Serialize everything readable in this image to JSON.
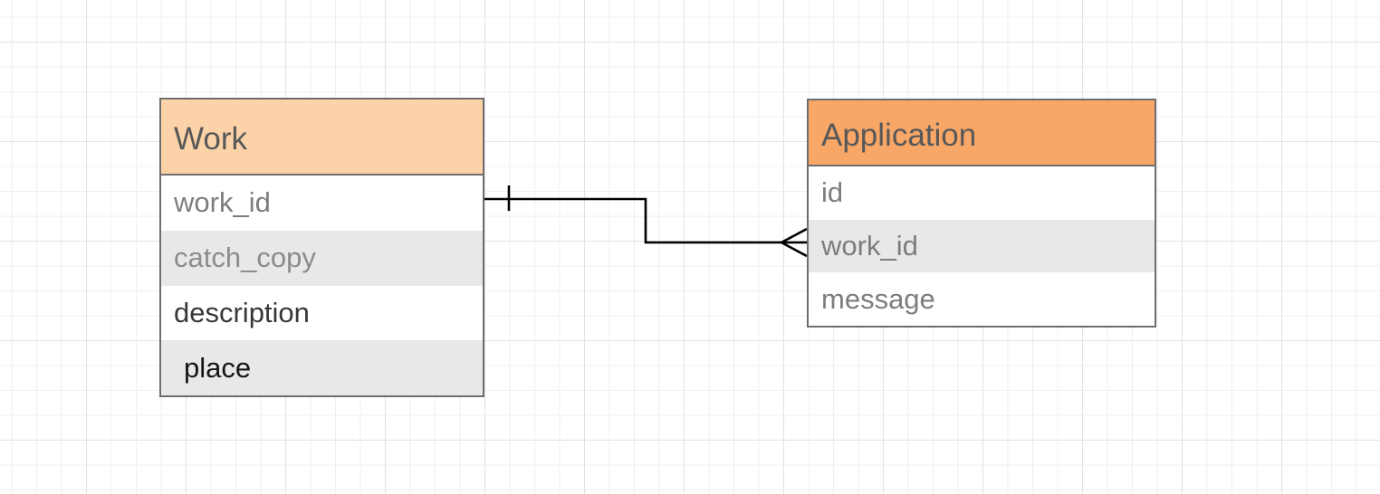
{
  "diagram": {
    "kind": "entity-relationship-diagram",
    "background": {
      "grid_minor_color": "#efefef",
      "grid_major_color": "#e2e2e2"
    },
    "entities": [
      {
        "title": "Work",
        "header_color": "#fcd3a8",
        "border_color": "#6e6e6e",
        "fields": [
          {
            "name": "work_id"
          },
          {
            "name": "catch_copy"
          },
          {
            "name": "description"
          },
          {
            "name": "place"
          }
        ]
      },
      {
        "title": "Application",
        "header_color": "#f9a767",
        "border_color": "#6e6e6e",
        "fields": [
          {
            "name": "id"
          },
          {
            "name": "work_id"
          },
          {
            "name": "message"
          }
        ]
      }
    ],
    "relationships": [
      {
        "from_entity": "Work",
        "from_field": "work_id",
        "from_cardinality": "one",
        "to_entity": "Application",
        "to_field": "work_id",
        "to_cardinality": "many",
        "line_color": "#000000"
      }
    ]
  }
}
